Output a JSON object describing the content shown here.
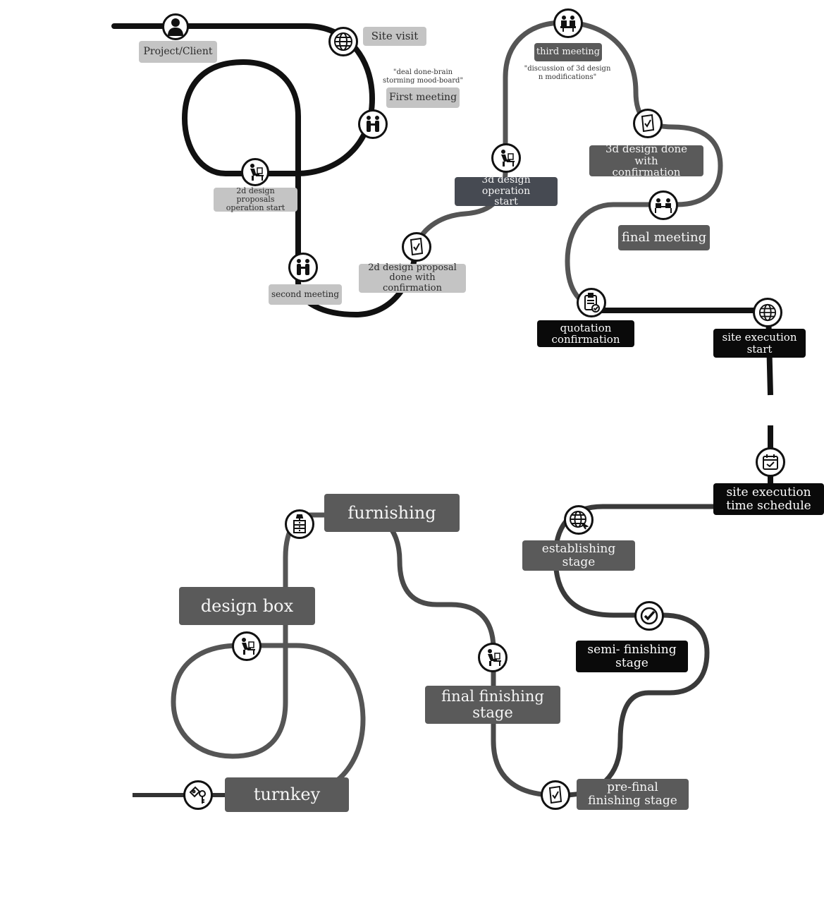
{
  "steps": {
    "project_client": "Project/Client",
    "site_visit": "Site visit",
    "first_meeting_note": "\"deal done-brain storming mood-board\"",
    "first_meeting": "First meeting",
    "two_d_proposals_start": "2d design proposals operation start",
    "second_meeting": "second meeting",
    "two_d_done": "2d design proposal done with confirmation",
    "three_d_start": "3d design operation start",
    "third_meeting": "third meeting",
    "third_meeting_note": "\"discussion of 3d design n modifications\"",
    "three_d_done": "3d design done with confirmation",
    "final_meeting": "final meeting",
    "quotation": "quotation confirmation",
    "site_execution_start": "site execution start",
    "site_execution_schedule": "site execution time schedule",
    "establishing": "establishing stage",
    "semi_finishing": "semi- finishing stage",
    "pre_final": "pre-final finishing stage",
    "final_finishing": "final finishing stage",
    "furnishing": "furnishing",
    "design_box": "design box",
    "turnkey": "turnkey"
  },
  "icons": {
    "client": "person-icon",
    "globe": "globe-icon",
    "handshake": "handshake-icon",
    "designer": "designer-at-desk-icon",
    "check_document": "checked-document-icon",
    "meeting_table": "meeting-table-icon",
    "clipboard": "clipboard-check-icon",
    "calendar": "calendar-check-icon",
    "globe_cursor": "globe-cursor-icon",
    "badge_check": "badge-check-icon",
    "cabinet": "cabinet-lamp-icon",
    "key": "key-tag-icon"
  },
  "colors": {
    "path_dark": "#111111",
    "path_gray": "#555555",
    "label_light": "#c4c4c4",
    "label_mid": "#5a5a5a",
    "label_slate": "#464a52",
    "label_black": "#0a0a0a"
  }
}
